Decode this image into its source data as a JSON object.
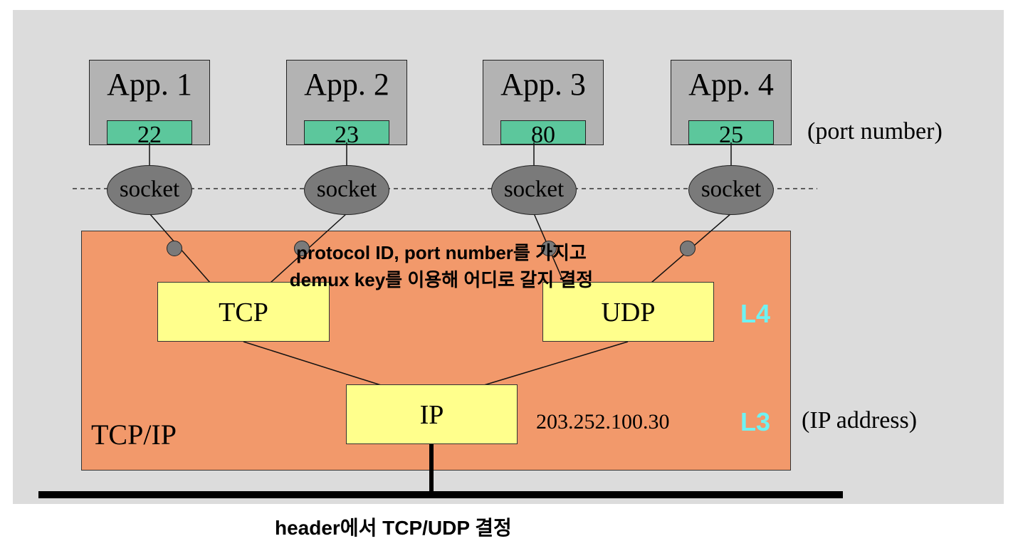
{
  "apps": [
    {
      "title": "App. 1",
      "port": "22"
    },
    {
      "title": "App. 2",
      "port": "23"
    },
    {
      "title": "App. 3",
      "port": "80"
    },
    {
      "title": "App. 4",
      "port": "25"
    }
  ],
  "socket_label": "socket",
  "port_number_label": "(port number)",
  "stack_label": "TCP/IP",
  "tcp_label": "TCP",
  "udp_label": "UDP",
  "ip_label": "IP",
  "ip_value": "203.252.100.30",
  "ip_address_label": "(IP address)",
  "layer4": "L4",
  "layer3": "L3",
  "demux_note_line1": "protocol ID, port number를 가지고",
  "demux_note_line2": "demux key를 이용해 어디로 갈지 결정",
  "header_note": "header에서 TCP/UDP 결정",
  "colors": {
    "background": "#dcdcdc",
    "app_box": "#b3b3b3",
    "port_box": "#5cc79c",
    "socket": "#7a7a7a",
    "stack_box": "#f2996b",
    "protocol_box": "#ffff8c",
    "layer_label": "#6ff2f2"
  }
}
